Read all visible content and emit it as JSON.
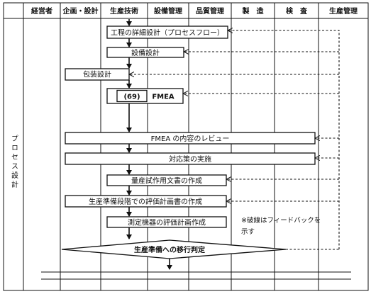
{
  "columns": [
    "経営者",
    "企画・設計",
    "生産技術",
    "設備管理",
    "品質管理",
    "製　造",
    "検　査",
    "生産管理"
  ],
  "phase_label": "プロセス設計",
  "steps": {
    "process_flow": "工程の詳細設計（プロセスフロー）",
    "equipment_design": "設備設計",
    "packaging_design": "包装設計",
    "fmea_number": "(69)",
    "fmea": "FMEA",
    "fmea_review": "FMEA の内容のレビュー",
    "countermeasures": "対応策の実施",
    "trial_docs": "量産試作用文書の作成",
    "evaluation_plan": "生産準備段階での評価計画書の作成",
    "measuring_plan": "測定機器の評価計画作成",
    "transition_decision": "生産準備への移行判定"
  },
  "note": {
    "line1": "※破線はフィードバックを",
    "line2": "示す"
  }
}
